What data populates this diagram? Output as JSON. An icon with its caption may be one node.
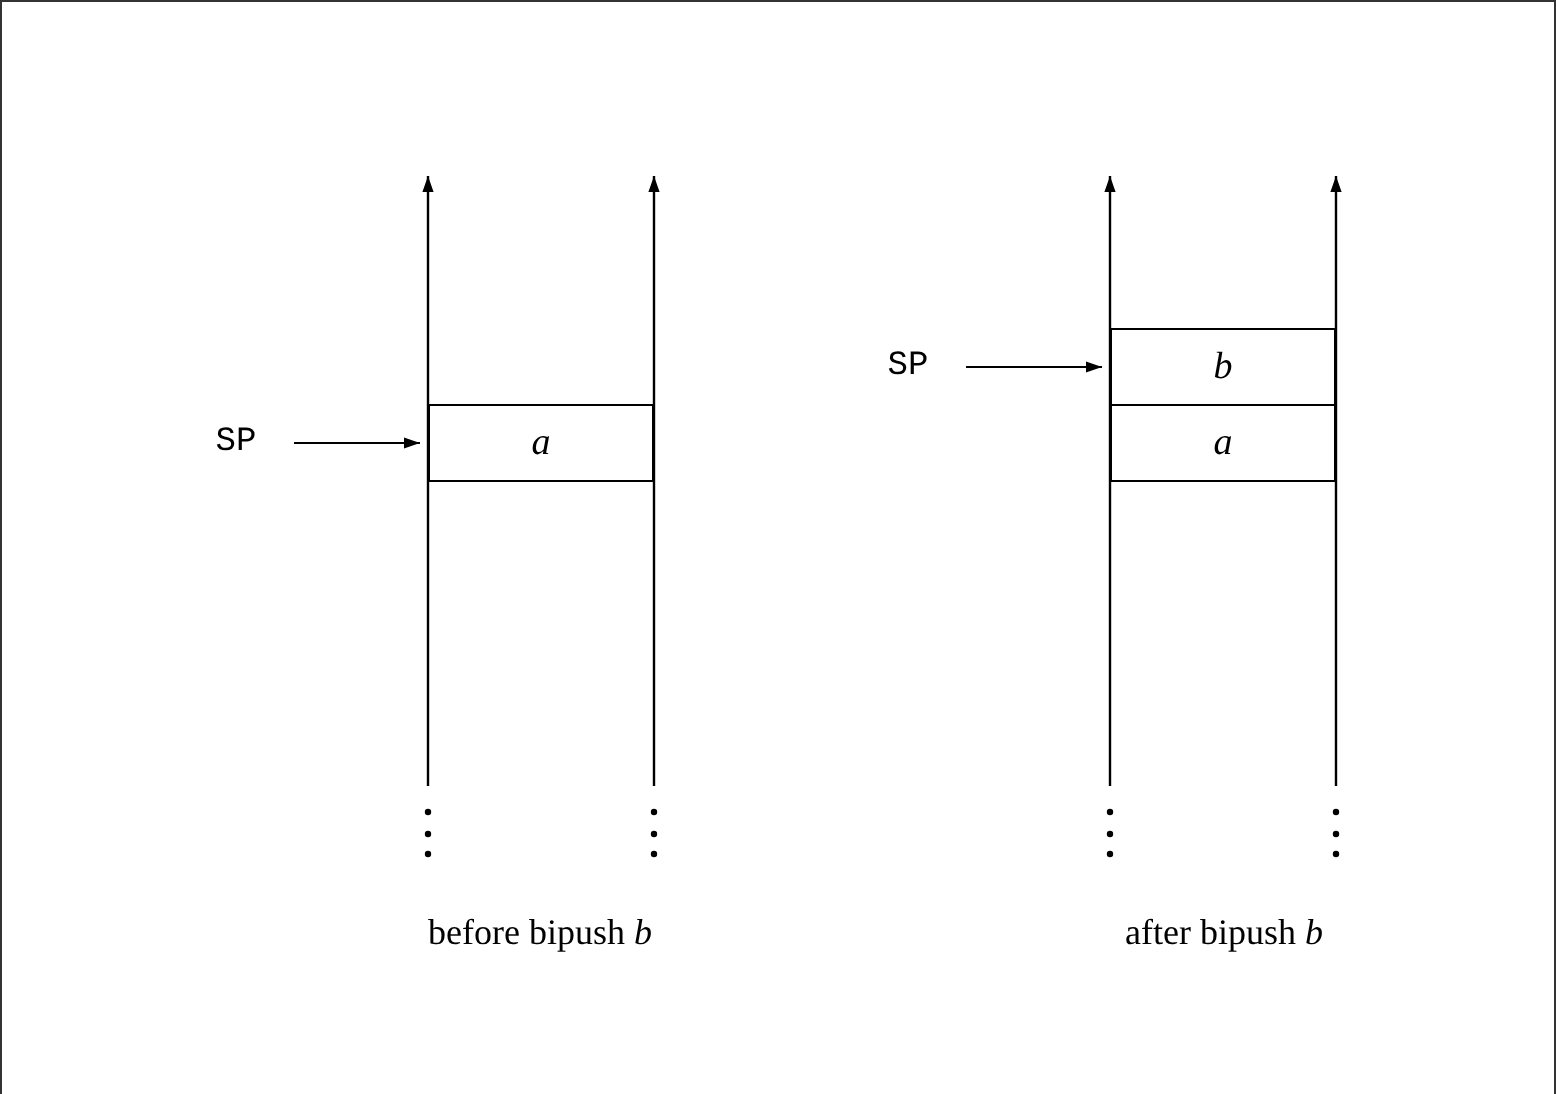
{
  "diagram": {
    "nodes": [
      {
        "text": [
          "SP"
        ]
      },
      {
        "text": [
          "a"
        ]
      },
      {
        "text": [
          "SP"
        ]
      },
      {
        "text": [
          "b"
        ]
      },
      {
        "text": [
          "a"
        ]
      }
    ],
    "edges": [
      {
        "from": 0,
        "to": 1,
        "arrow": "to"
      },
      {
        "from": 2,
        "to": 3,
        "arrow": "to"
      }
    ],
    "labels": [
      "before bipush *b*",
      "after bipush *b*"
    ]
  }
}
